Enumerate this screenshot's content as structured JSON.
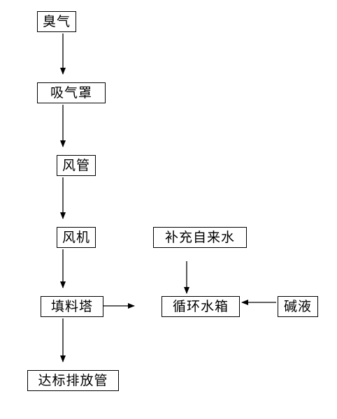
{
  "diagram": {
    "nodes": {
      "odor_gas": "臭气",
      "suction_hood": "吸气罩",
      "air_duct": "风管",
      "fan": "风机",
      "packed_tower": "填料塔",
      "discharge_stack": "达标排放管",
      "makeup_water": "补充自来水",
      "circulating_tank": "循环水箱",
      "alkali_solution": "碱液"
    },
    "edges": [
      {
        "from": "odor_gas",
        "to": "suction_hood"
      },
      {
        "from": "suction_hood",
        "to": "air_duct"
      },
      {
        "from": "air_duct",
        "to": "fan"
      },
      {
        "from": "fan",
        "to": "packed_tower"
      },
      {
        "from": "packed_tower",
        "to": "discharge_stack"
      },
      {
        "from": "packed_tower",
        "to": "circulating_tank"
      },
      {
        "from": "makeup_water",
        "to": "circulating_tank"
      },
      {
        "from": "alkali_solution",
        "to": "circulating_tank"
      }
    ]
  }
}
